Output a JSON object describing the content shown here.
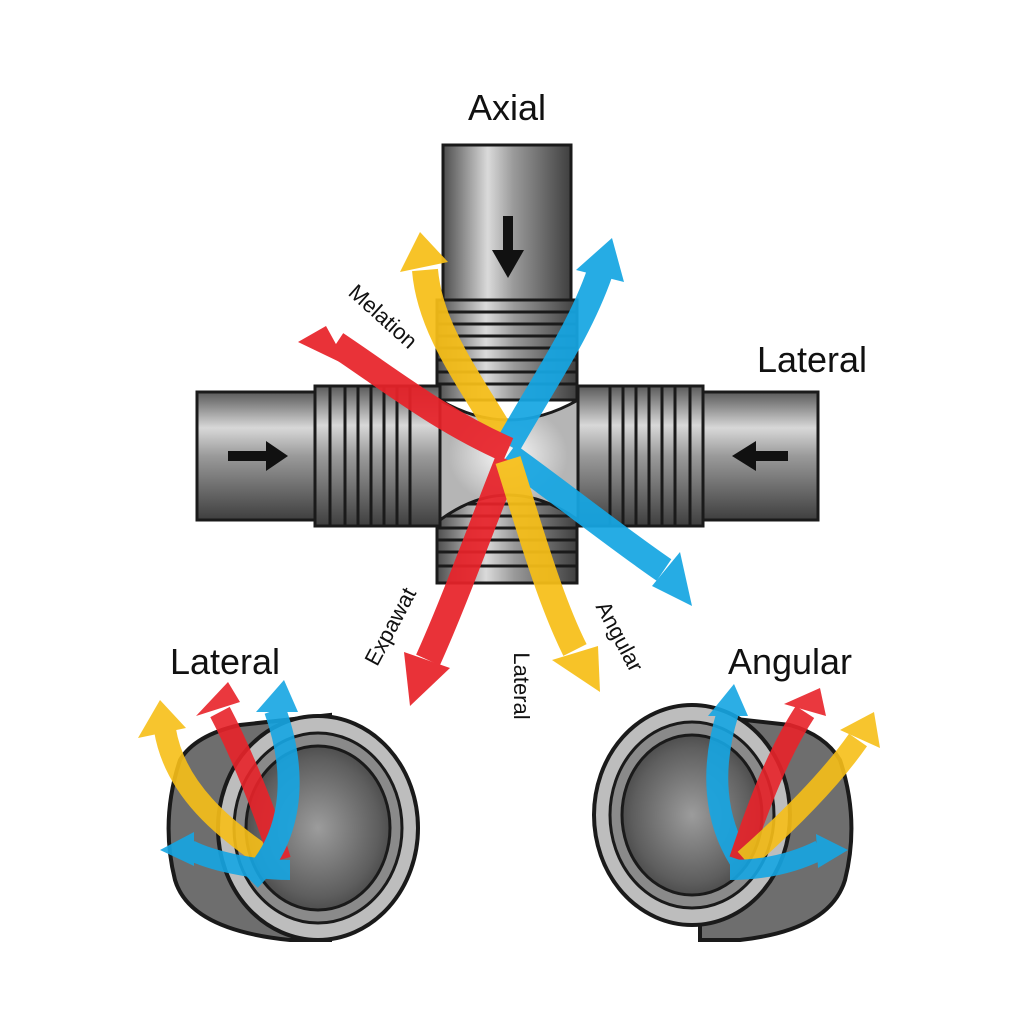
{
  "labels": {
    "axial": "Axial",
    "lateral_right": "Lateral",
    "lateral_bottom_left": "Lateral",
    "angular_bottom_right": "Angular",
    "melation": "Melation",
    "expawat": "Expawat",
    "lateral_vertical": "Lateral",
    "angular_diagonal": "Angular"
  },
  "colors": {
    "red": "#e8232a",
    "yellow": "#f7bf18",
    "blue": "#16a6e3",
    "pipe_dark": "#4a4a4a",
    "pipe_light": "#d6d6d6",
    "outline": "#1a1a1a",
    "direction_arrow": "#111111"
  },
  "icons": {
    "top_pipe_arrow": "arrow-down-icon",
    "left_pipe_arrow": "arrow-right-icon",
    "right_pipe_arrow": "arrow-left-icon"
  }
}
